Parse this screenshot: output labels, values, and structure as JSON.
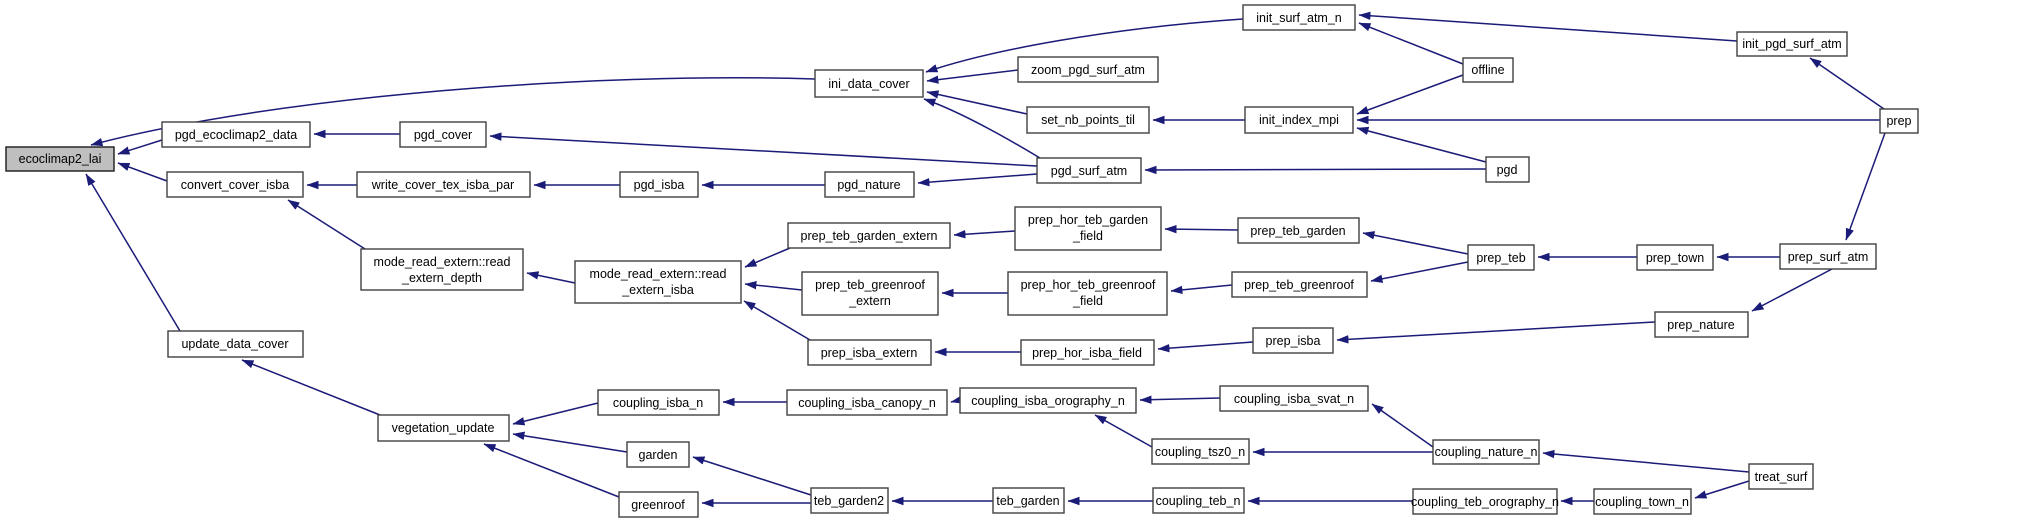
{
  "diagram": {
    "kind": "caller-graph",
    "root_node": "ecoclimap2_lai",
    "colors": {
      "edge": "#1b1b78",
      "node_border": "#404040",
      "node_fill": "#ffffff",
      "root_fill": "#bfbfbf",
      "text": "#000000",
      "background": "#ffffff"
    },
    "nodes": {
      "ecoclimap2_lai": {
        "label": "ecoclimap2_lai"
      },
      "pgd_ecoclimap2_data": {
        "label": "pgd_ecoclimap2_data"
      },
      "pgd_cover": {
        "label": "pgd_cover"
      },
      "convert_cover_isba": {
        "label": "convert_cover_isba"
      },
      "write_cover_tex_isba_par": {
        "label": "write_cover_tex_isba_par"
      },
      "pgd_isba": {
        "label": "pgd_isba"
      },
      "pgd_nature": {
        "label": "pgd_nature"
      },
      "ini_data_cover": {
        "label": "ini_data_cover"
      },
      "zoom_pgd_surf_atm": {
        "label": "zoom_pgd_surf_atm"
      },
      "set_nb_points_til": {
        "label": "set_nb_points_til"
      },
      "init_surf_atm_n": {
        "label": "init_surf_atm_n"
      },
      "init_index_mpi": {
        "label": "init_index_mpi"
      },
      "offline": {
        "label": "offline"
      },
      "init_pgd_surf_atm": {
        "label": "init_pgd_surf_atm"
      },
      "prep": {
        "label": "prep"
      },
      "pgd_surf_atm": {
        "label": "pgd_surf_atm"
      },
      "pgd": {
        "label": "pgd"
      },
      "prep_teb_garden_extern": {
        "label": "prep_teb_garden_extern"
      },
      "prep_hor_teb_garden_field": {
        "line1": "prep_hor_teb_garden",
        "line2": "_field"
      },
      "prep_teb_garden": {
        "label": "prep_teb_garden"
      },
      "prep_teb_greenroof_extern": {
        "line1": "prep_teb_greenroof",
        "line2": "_extern"
      },
      "prep_hor_teb_greenroof_field": {
        "line1": "prep_hor_teb_greenroof",
        "line2": "_field"
      },
      "prep_teb_greenroof": {
        "label": "prep_teb_greenroof"
      },
      "prep_teb": {
        "label": "prep_teb"
      },
      "prep_town": {
        "label": "prep_town"
      },
      "prep_surf_atm": {
        "label": "prep_surf_atm"
      },
      "read_extern_depth": {
        "line1": "mode_read_extern::read",
        "line2": "_extern_depth"
      },
      "read_extern_isba": {
        "line1": "mode_read_extern::read",
        "line2": "_extern_isba"
      },
      "prep_isba_extern": {
        "label": "prep_isba_extern"
      },
      "prep_hor_isba_field": {
        "label": "prep_hor_isba_field"
      },
      "prep_isba": {
        "label": "prep_isba"
      },
      "prep_nature": {
        "label": "prep_nature"
      },
      "update_data_cover": {
        "label": "update_data_cover"
      },
      "vegetation_update": {
        "label": "vegetation_update"
      },
      "coupling_isba_n": {
        "label": "coupling_isba_n"
      },
      "garden": {
        "label": "garden"
      },
      "greenroof": {
        "label": "greenroof"
      },
      "coupling_isba_canopy_n": {
        "label": "coupling_isba_canopy_n"
      },
      "coupling_isba_orography_n": {
        "label": "coupling_isba_orography_n"
      },
      "coupling_isba_svat_n": {
        "label": "coupling_isba_svat_n"
      },
      "coupling_tsz0_n": {
        "label": "coupling_tsz0_n"
      },
      "coupling_nature_n": {
        "label": "coupling_nature_n"
      },
      "treat_surf": {
        "label": "treat_surf"
      },
      "coupling_teb_orography_n": {
        "label": "coupling_teb_orography_n"
      },
      "coupling_town_n": {
        "label": "coupling_town_n"
      },
      "teb_garden2": {
        "label": "teb_garden2"
      },
      "teb_garden": {
        "label": "teb_garden"
      },
      "coupling_teb_n": {
        "label": "coupling_teb_n"
      }
    },
    "edges": [
      "pgd_ecoclimap2_data -> ecoclimap2_lai",
      "convert_cover_isba -> ecoclimap2_lai",
      "ini_data_cover -> ecoclimap2_lai",
      "update_data_cover -> ecoclimap2_lai",
      "pgd_cover -> pgd_ecoclimap2_data",
      "pgd_surf_atm -> pgd_cover",
      "write_cover_tex_isba_par -> convert_cover_isba",
      "mode_read_extern::read_extern_depth -> convert_cover_isba",
      "pgd_isba -> write_cover_tex_isba_par",
      "pgd_nature -> pgd_isba",
      "pgd_surf_atm -> pgd_nature",
      "zoom_pgd_surf_atm -> ini_data_cover",
      "set_nb_points_til -> ini_data_cover",
      "init_surf_atm_n -> ini_data_cover",
      "pgd_surf_atm -> ini_data_cover",
      "init_index_mpi -> set_nb_points_til",
      "offline -> init_surf_atm_n",
      "init_pgd_surf_atm -> init_surf_atm_n",
      "offline -> init_index_mpi",
      "pgd -> init_index_mpi",
      "prep -> init_index_mpi",
      "prep -> init_pgd_surf_atm",
      "pgd -> pgd_surf_atm",
      "prep_hor_teb_garden_field -> prep_teb_garden_extern",
      "prep_teb_garden -> prep_hor_teb_garden_field",
      "prep_teb -> prep_teb_garden",
      "prep_town -> prep_teb",
      "prep_surf_atm -> prep_town",
      "prep -> prep_surf_atm",
      "prep_hor_teb_greenroof_field -> prep_teb_greenroof_extern",
      "prep_teb_greenroof -> prep_hor_teb_greenroof_field",
      "prep_teb -> prep_teb_greenroof",
      "mode_read_extern::read_extern_isba -> mode_read_extern::read_extern_depth",
      "prep_teb_garden_extern -> mode_read_extern::read_extern_isba",
      "prep_teb_greenroof_extern -> mode_read_extern::read_extern_isba",
      "prep_isba_extern -> mode_read_extern::read_extern_isba",
      "prep_hor_isba_field -> prep_isba_extern",
      "prep_isba -> prep_hor_isba_field",
      "prep_nature -> prep_isba",
      "prep_surf_atm -> prep_nature",
      "vegetation_update -> update_data_cover",
      "coupling_isba_n -> vegetation_update",
      "garden -> vegetation_update",
      "greenroof -> vegetation_update",
      "coupling_isba_canopy_n -> coupling_isba_n",
      "coupling_isba_orography_n -> coupling_isba_canopy_n",
      "coupling_isba_svat_n -> coupling_isba_orography_n",
      "coupling_tsz0_n -> coupling_isba_orography_n",
      "coupling_nature_n -> coupling_isba_svat_n",
      "coupling_nature_n -> coupling_tsz0_n",
      "treat_surf -> coupling_nature_n",
      "treat_surf -> coupling_town_n",
      "coupling_town_n -> coupling_teb_orography_n",
      "coupling_teb_orography_n -> coupling_teb_n",
      "coupling_teb_n -> teb_garden",
      "teb_garden -> teb_garden2",
      "teb_garden2 -> garden",
      "teb_garden2 -> greenroof"
    ]
  }
}
